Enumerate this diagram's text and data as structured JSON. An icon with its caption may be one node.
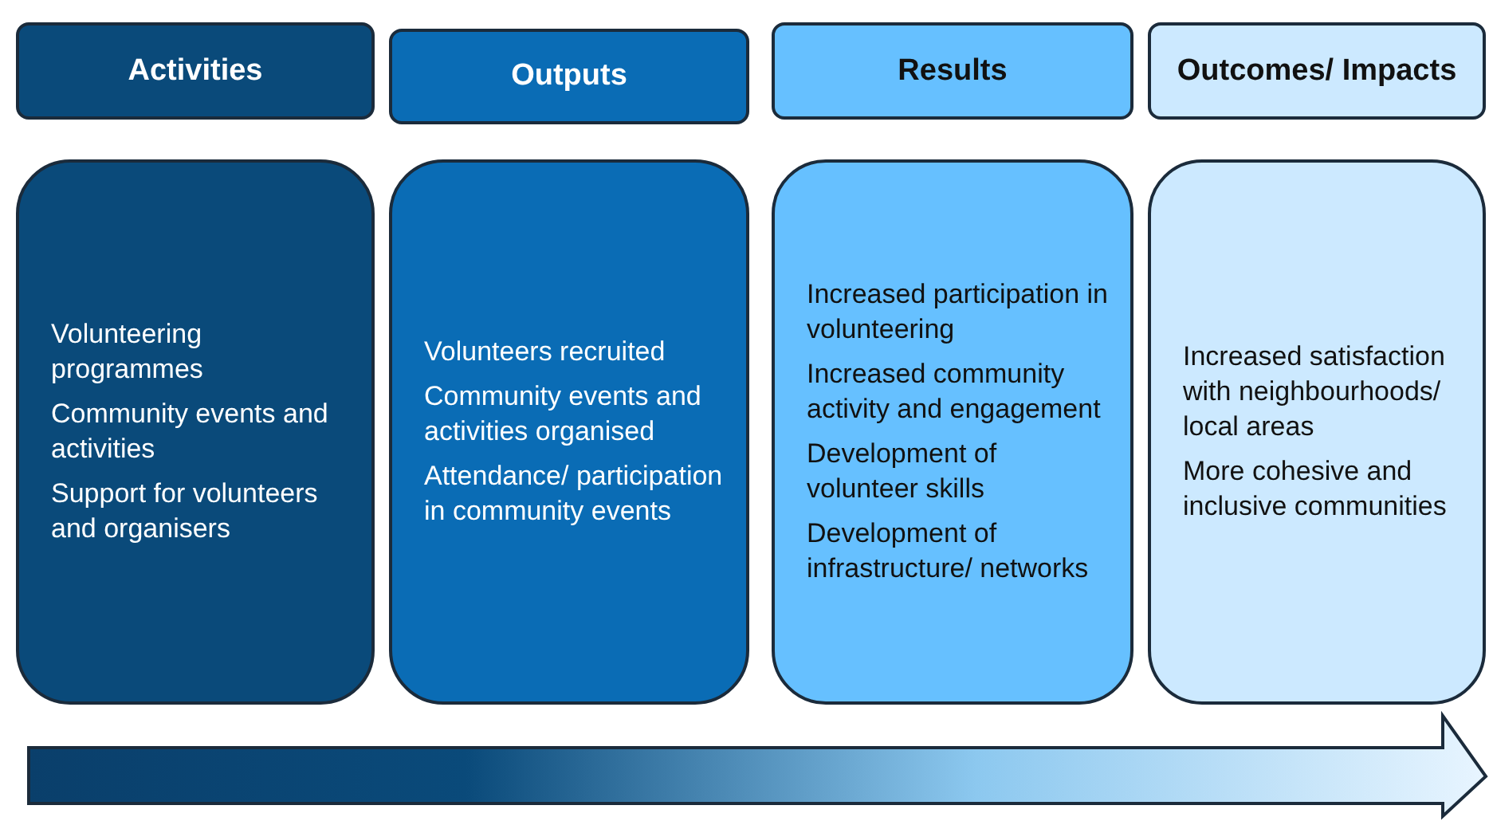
{
  "diagram": {
    "nodes": [
      {
        "text": [
          "Activities"
        ]
      },
      {
        "text": [
          "Outputs"
        ]
      },
      {
        "text": [
          "Results"
        ]
      },
      {
        "text": [
          "Outcomes/ Impacts"
        ]
      },
      {
        "text": [
          "Volunteering programmes",
          "Community events and activities",
          "Support for volunteers and organisers"
        ]
      },
      {
        "text": [
          "Volunteers recruited",
          "Community events and activities organised",
          "Attendance/ participation in community events"
        ]
      },
      {
        "text": [
          "Increased participation in volunteering",
          "Increased community activity and engagement",
          "Development of volunteer skills",
          "Development of infrastructure/ networks"
        ]
      },
      {
        "text": [
          "Increased satisfaction with neighbourhoods/ local areas",
          "More cohesive and inclusive communities"
        ]
      }
    ],
    "edges": []
  }
}
